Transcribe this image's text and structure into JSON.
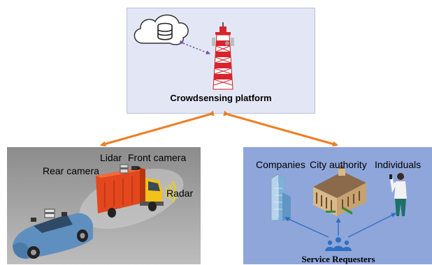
{
  "platform": {
    "title": "Crowdsensing platform"
  },
  "vehicle_panel": {
    "labels": {
      "lidar": "Lidar",
      "front_camera": "Front camera",
      "rear_camera": "Rear camera",
      "radar": "Radar"
    }
  },
  "requester_panel": {
    "labels": {
      "companies": "Companies",
      "city_authority": "City authority",
      "individuals": "Individuals"
    },
    "footer": "Service Requesters"
  },
  "colors": {
    "link_arrow": "#ef7d22",
    "dotted_link": "#7d4bb7",
    "request_arrow": "#2e6fbf",
    "tower_red": "#d8242c",
    "truck_box": "#e3471e",
    "car_blue": "#5f8fbf"
  }
}
